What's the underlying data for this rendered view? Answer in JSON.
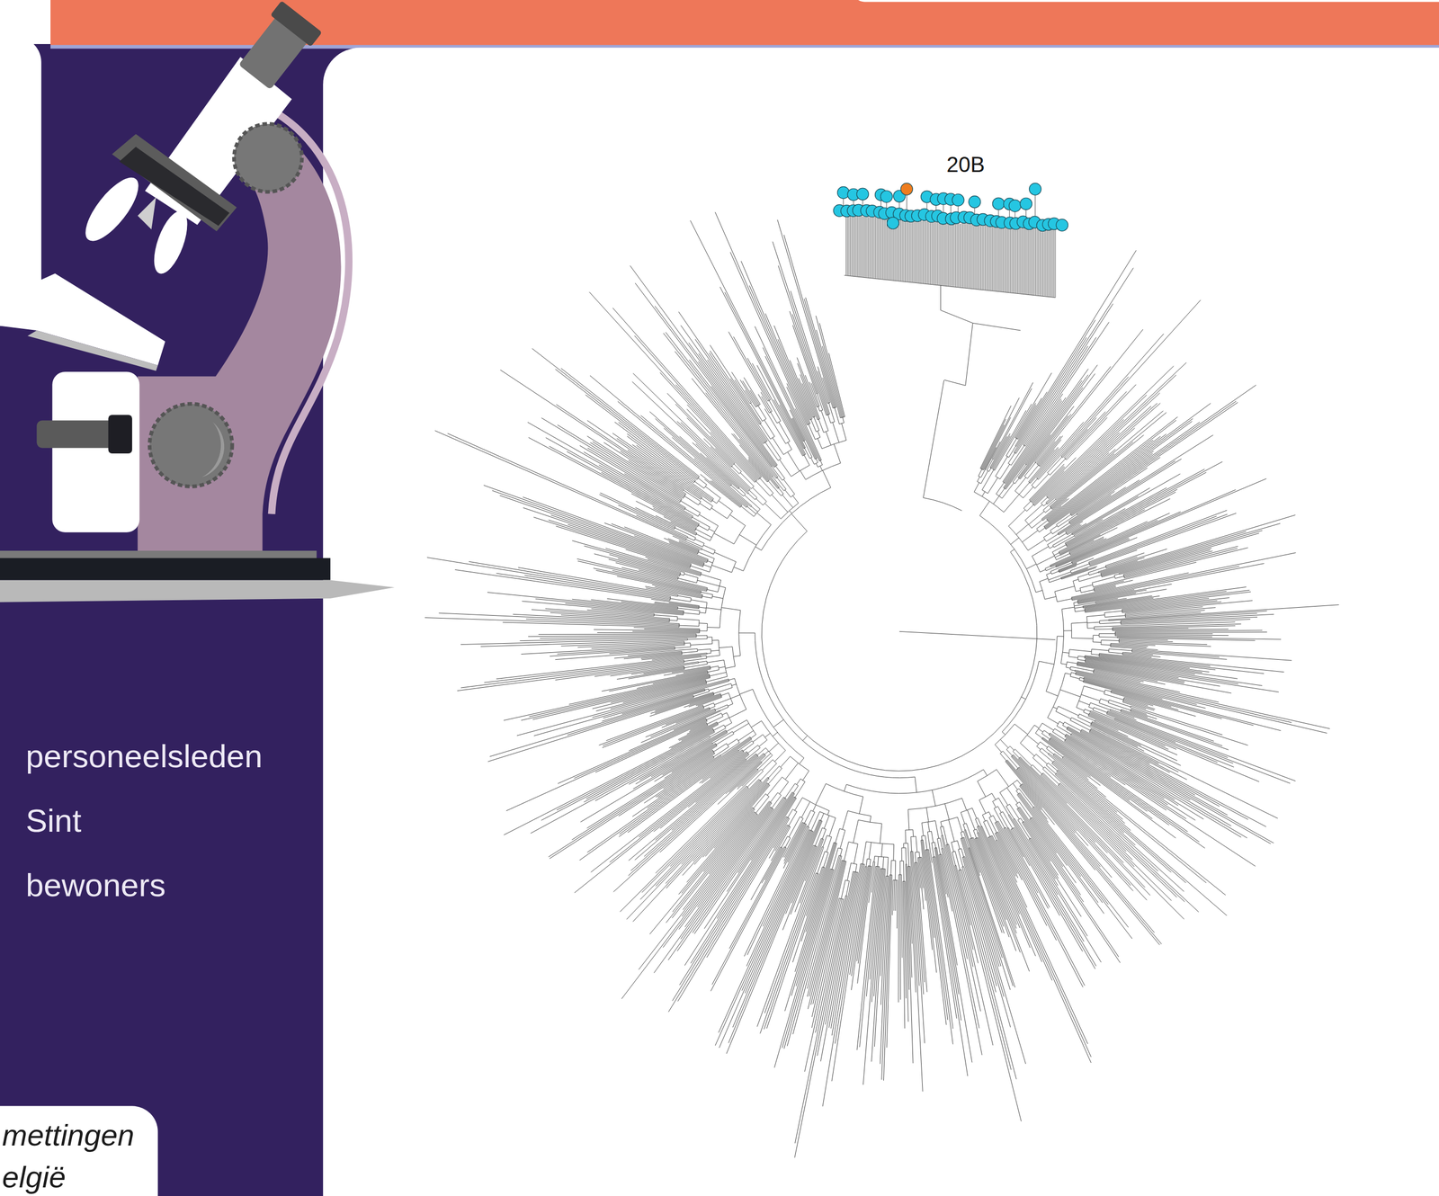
{
  "diagram": {
    "labels": [
      "20B",
      "personeelsleden",
      "Sint",
      "bewoners",
      "mettingen",
      "elgië"
    ]
  }
}
